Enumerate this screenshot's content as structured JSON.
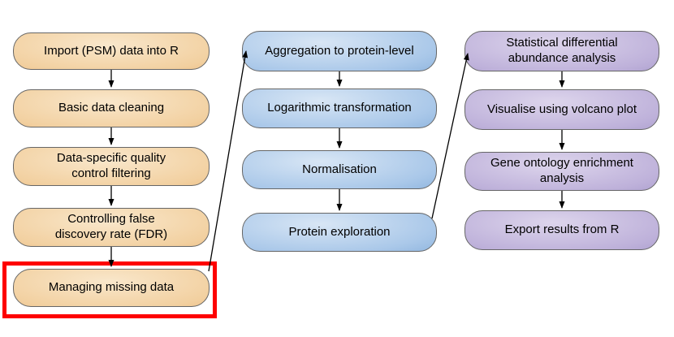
{
  "diagram": {
    "type": "flowchart",
    "columns": [
      {
        "name": "psm-data-import-and-qc",
        "theme_color": "#E7A55D",
        "boxes": [
          {
            "label": "Import (PSM) data into R"
          },
          {
            "label": "Basic data cleaning"
          },
          {
            "label": "Data-specific quality\ncontrol filtering"
          },
          {
            "label": "Controlling false\ndiscovery rate (FDR)"
          },
          {
            "label": "Managing missing data",
            "highlighted": true
          }
        ]
      },
      {
        "name": "protein-level-processing",
        "theme_color": "#6F9FD3",
        "boxes": [
          {
            "label": "Aggregation to protein-level"
          },
          {
            "label": "Logarithmic transformation"
          },
          {
            "label": "Normalisation"
          },
          {
            "label": "Protein exploration"
          }
        ]
      },
      {
        "name": "statistical-analysis-and-export",
        "theme_color": "#9486BF",
        "boxes": [
          {
            "label": "Statistical differential\nabundance analysis"
          },
          {
            "label": "Visualise using volcano plot"
          },
          {
            "label": "Gene ontology enrichment\nanalysis"
          },
          {
            "label": "Export results from R"
          }
        ]
      }
    ],
    "highlight": {
      "color": "#FE0000",
      "target": "Managing missing data"
    },
    "arrow_color": "#000000",
    "box_border_color": "#666666"
  }
}
